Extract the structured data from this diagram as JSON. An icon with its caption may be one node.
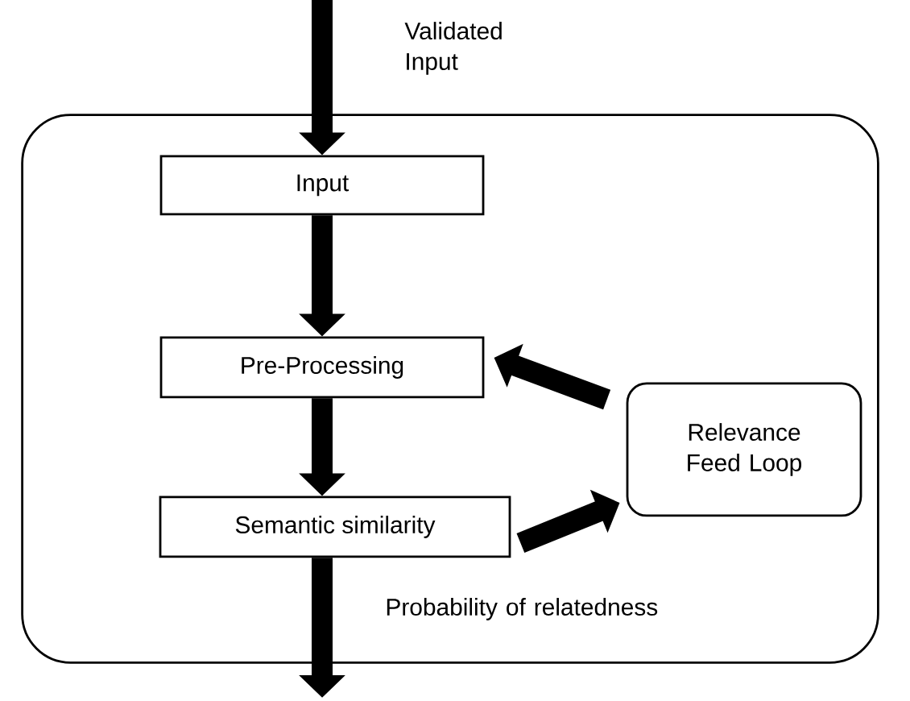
{
  "diagram": {
    "nodes": [
      {
        "text": [],
        "shape": "box"
      },
      {
        "text": [
          "Input"
        ],
        "in": 0
      },
      {
        "text": [
          "Pre-Processing"
        ],
        "in": 0
      },
      {
        "text": [
          "Semantic similarity"
        ],
        "in": 0
      },
      {
        "text": [
          "Relevance Feed Loop"
        ],
        "in": 0
      }
    ],
    "edges": [
      {
        "from": null,
        "to": 1,
        "arrow": "to",
        "label": "Validated Input"
      },
      {
        "from": 1,
        "to": 2,
        "arrow": "to"
      },
      {
        "from": 2,
        "to": 3,
        "arrow": "to"
      },
      {
        "from": 3,
        "to": null,
        "arrow": "to",
        "label": "Probability of relatedness"
      },
      {
        "from": 4,
        "to": 2,
        "arrow": "to"
      },
      {
        "from": 3,
        "to": 4,
        "arrow": "to"
      }
    ]
  }
}
